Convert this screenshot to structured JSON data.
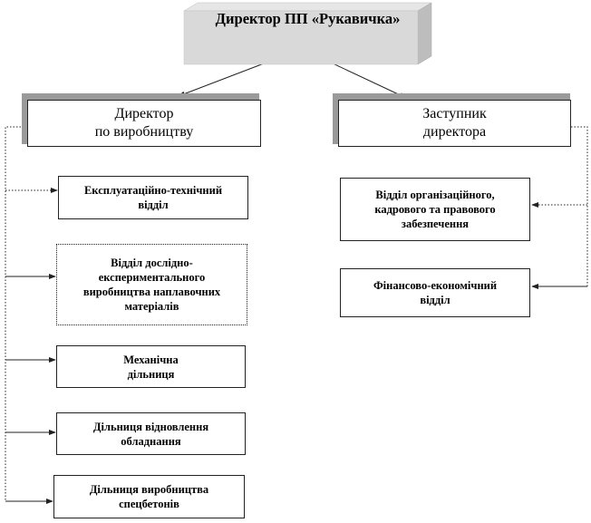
{
  "top": {
    "title": "Директор ПП «Рукавичка»"
  },
  "production_director": {
    "title": "Директор\nпо виробництву"
  },
  "deputy_director": {
    "title": "Заступник\nдиректора"
  },
  "left_units": [
    {
      "label": "Експлуатаційно-технічний\nвідділ"
    },
    {
      "label": "Відділ  дослідно-\nекспериментального\nвиробництва наплавочних\nматеріалів"
    },
    {
      "label": "Механічна\nдільниця"
    },
    {
      "label": "Дільниця відновлення\nобладнання"
    },
    {
      "label": "Дільниця виробництва\nспецбетонів"
    }
  ],
  "right_units": [
    {
      "label": "Відділ  організаційного,\nкадрового та правового\nзабезпечення"
    },
    {
      "label": "Фінансово-економічний\nвідділ"
    }
  ],
  "colors": {
    "shadow": "#9a9a9a",
    "top_face": "#d9d9d9",
    "top_side": "#bdbdbd",
    "line": "#222222"
  }
}
